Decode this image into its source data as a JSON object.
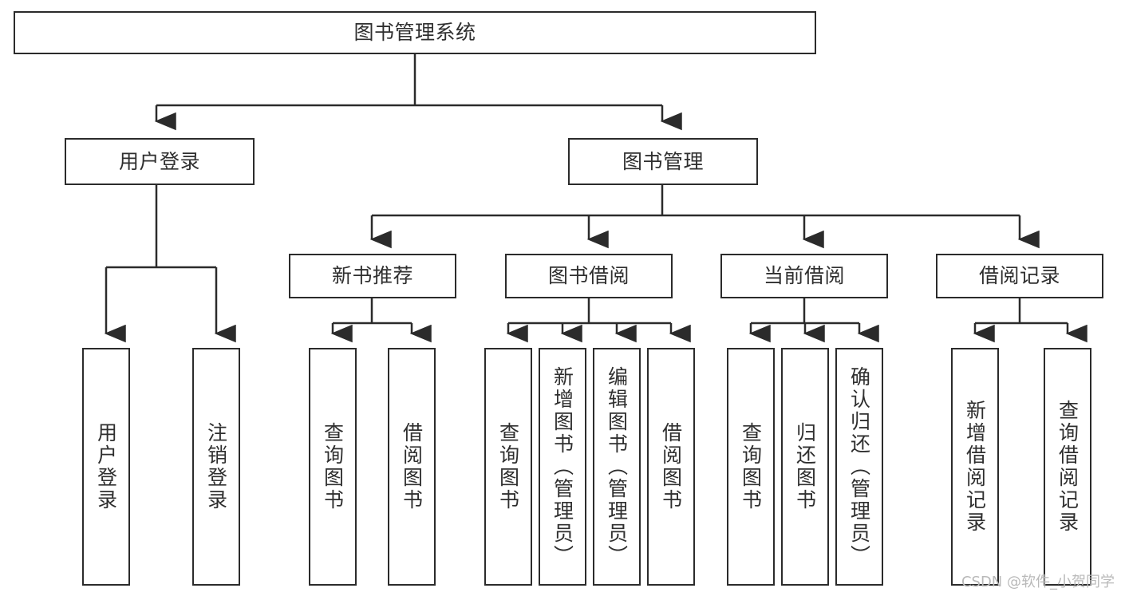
{
  "diagram": {
    "title": "图书管理系统",
    "type": "hierarchy-tree",
    "root": {
      "id": "root",
      "label": "图书管理系统"
    },
    "level2": [
      {
        "id": "user-login",
        "label": "用户登录"
      },
      {
        "id": "book-management",
        "label": "图书管理"
      }
    ],
    "level3": [
      {
        "id": "new-book-recommend",
        "label": "新书推荐",
        "parent": "book-management"
      },
      {
        "id": "book-borrow",
        "label": "图书借阅",
        "parent": "book-management"
      },
      {
        "id": "current-borrow",
        "label": "当前借阅",
        "parent": "book-management"
      },
      {
        "id": "borrow-record",
        "label": "借阅记录",
        "parent": "book-management"
      }
    ],
    "leaves": {
      "user-login": [
        {
          "id": "leaf-user-login",
          "label": "用户登录"
        },
        {
          "id": "leaf-logout",
          "label": "注销登录"
        }
      ],
      "new-book-recommend": [
        {
          "id": "leaf-query-book-1",
          "label": "查询图书"
        },
        {
          "id": "leaf-borrow-book-1",
          "label": "借阅图书"
        }
      ],
      "book-borrow": [
        {
          "id": "leaf-query-book-2",
          "label": "查询图书"
        },
        {
          "id": "leaf-add-book",
          "label": "新增图书（管理员）"
        },
        {
          "id": "leaf-edit-book",
          "label": "编辑图书（管理员）"
        },
        {
          "id": "leaf-borrow-book-2",
          "label": "借阅图书"
        }
      ],
      "current-borrow": [
        {
          "id": "leaf-query-book-3",
          "label": "查询图书"
        },
        {
          "id": "leaf-return-book",
          "label": "归还图书"
        },
        {
          "id": "leaf-confirm-return",
          "label": "确认归还（管理员）"
        }
      ],
      "borrow-record": [
        {
          "id": "leaf-add-record",
          "label": "新增借阅记录"
        },
        {
          "id": "leaf-query-record",
          "label": "查询借阅记录"
        }
      ]
    }
  },
  "watermark": {
    "text": "CSDN @软件_小贺同学"
  },
  "colors": {
    "stroke": "#2b2b2b",
    "text": "#2f2f2f",
    "background": "#ffffff",
    "watermark": "#b9b9b9"
  }
}
